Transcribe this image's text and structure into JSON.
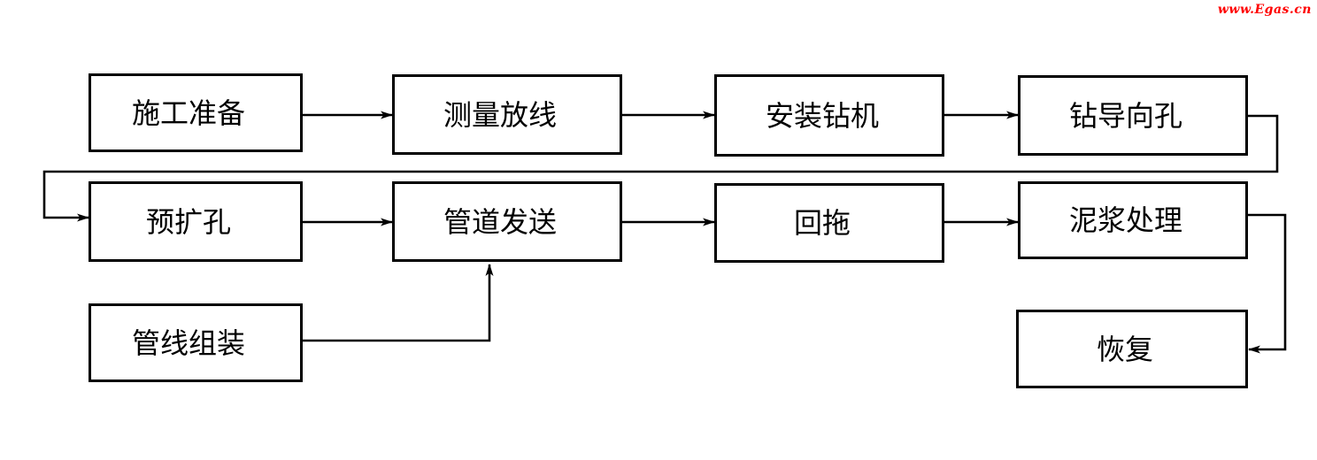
{
  "watermark": {
    "text": "www.Egas.cn",
    "color": "#FF0000"
  },
  "colors": {
    "background": "#FFFFFF",
    "line": "#000000",
    "text": "#000000"
  },
  "diagram": {
    "type": "flowchart",
    "description": "Horizontal directional drilling pipeline construction process flow, serpentine left-to-right layout",
    "nodes": [
      {
        "id": "construction-preparation",
        "label": "施工准备"
      },
      {
        "id": "survey-setting-out",
        "label": "测量放线"
      },
      {
        "id": "install-drilling-rig",
        "label": "安装钻机"
      },
      {
        "id": "drill-pilot-hole",
        "label": "钻导向孔"
      },
      {
        "id": "pre-reaming",
        "label": "预扩孔"
      },
      {
        "id": "pipe-sending",
        "label": "管道发送"
      },
      {
        "id": "pullback",
        "label": "回拖"
      },
      {
        "id": "mud-treatment",
        "label": "泥浆处理"
      },
      {
        "id": "pipeline-assembly",
        "label": "管线组装"
      },
      {
        "id": "restoration",
        "label": "恢复"
      }
    ],
    "edges": [
      {
        "from": "施工准备",
        "to": "测量放线"
      },
      {
        "from": "测量放线",
        "to": "安装钻机"
      },
      {
        "from": "安装钻机",
        "to": "钻导向孔"
      },
      {
        "from": "钻导向孔",
        "to": "预扩孔"
      },
      {
        "from": "预扩孔",
        "to": "管道发送"
      },
      {
        "from": "管道发送",
        "to": "回拖"
      },
      {
        "from": "回拖",
        "to": "泥浆处理"
      },
      {
        "from": "泥浆处理",
        "to": "恢复"
      },
      {
        "from": "管线组装",
        "to": "管道发送"
      }
    ]
  }
}
